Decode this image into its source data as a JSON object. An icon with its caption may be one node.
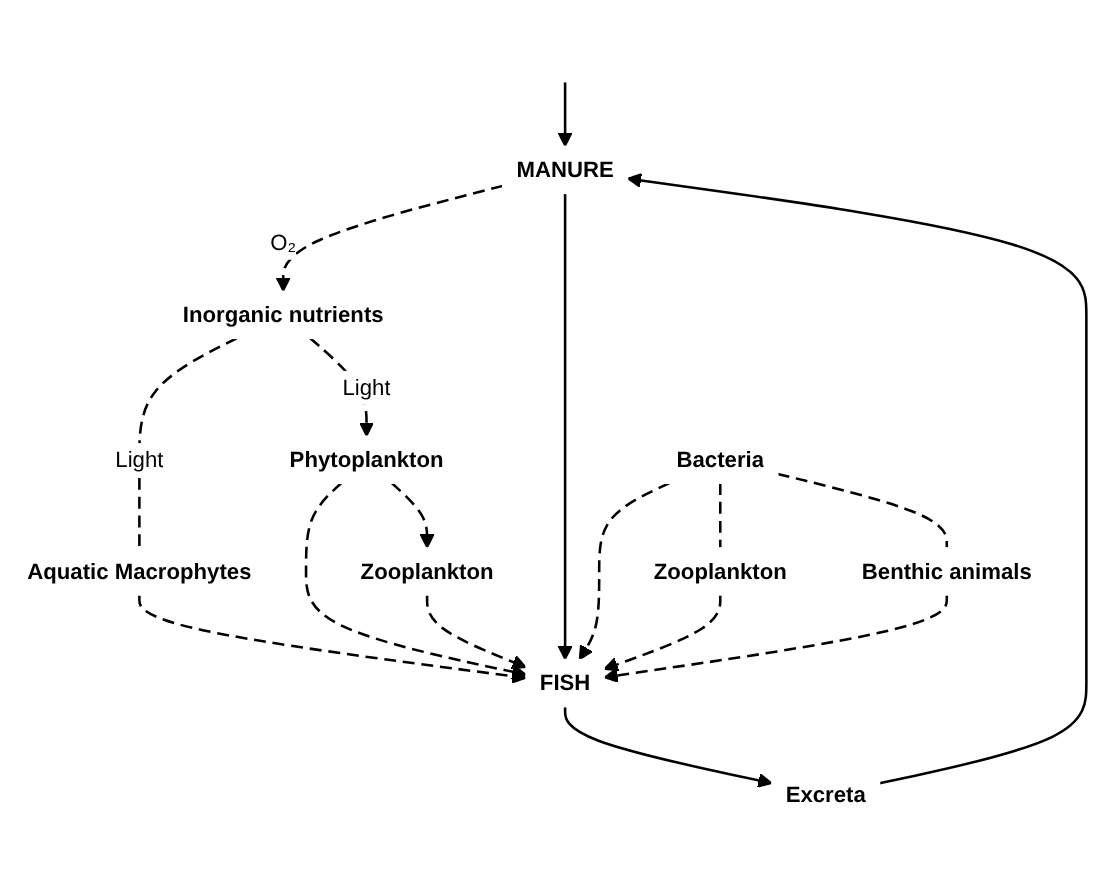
{
  "diagram": {
    "nodes": [
      {
        "text": [
          "MANURE"
        ]
      },
      {
        "text": [
          "Bacteria"
        ]
      },
      {
        "text": [
          "Inorganic nutrients"
        ]
      },
      {
        "text": [
          "Aquatic Macrophytes"
        ]
      },
      {
        "text": [
          "Phytoplankton"
        ]
      },
      {
        "text": [
          "Zooplankton"
        ]
      },
      {
        "text": [
          "Benthic animals"
        ]
      },
      {
        "text": [
          "Zooplankton"
        ]
      },
      {
        "text": [
          "FISH"
        ]
      },
      {
        "text": [
          "Excreta"
        ]
      }
    ],
    "edges": [
      {
        "from": null,
        "to": 0,
        "arrow": "to"
      },
      {
        "from": 0,
        "to": 2,
        "arrow": "to",
        "style": "dashed",
        "label": "O₂"
      },
      {
        "from": 2,
        "to": 4,
        "arrow": "to",
        "style": "dashed",
        "label": "Light"
      },
      {
        "from": 2,
        "to": 3,
        "arrow": "none",
        "style": "dashed",
        "label": "Light"
      },
      {
        "from": 3,
        "to": 8,
        "arrow": "to",
        "style": "dashed"
      },
      {
        "from": 4,
        "to": 7,
        "arrow": "to",
        "style": "dashed"
      },
      {
        "from": 4,
        "to": 8,
        "arrow": "to",
        "style": "dashed"
      },
      {
        "from": 7,
        "to": 8,
        "arrow": "to",
        "style": "dashed"
      },
      {
        "from": 0,
        "to": 8,
        "arrow": "to"
      },
      {
        "from": 8,
        "to": 9,
        "arrow": "to"
      },
      {
        "from": 9,
        "to": 0,
        "arrow": "to"
      },
      {
        "from": 1,
        "to": 8,
        "arrow": "to",
        "style": "dashed"
      },
      {
        "from": 1,
        "to": 5,
        "arrow": "none",
        "style": "dashed"
      },
      {
        "from": 5,
        "to": 8,
        "arrow": "to",
        "style": "dashed"
      },
      {
        "from": 1,
        "to": 6,
        "arrow": "none",
        "style": "dashed"
      },
      {
        "from": 6,
        "to": 8,
        "arrow": "to",
        "style": "dashed"
      }
    ]
  }
}
